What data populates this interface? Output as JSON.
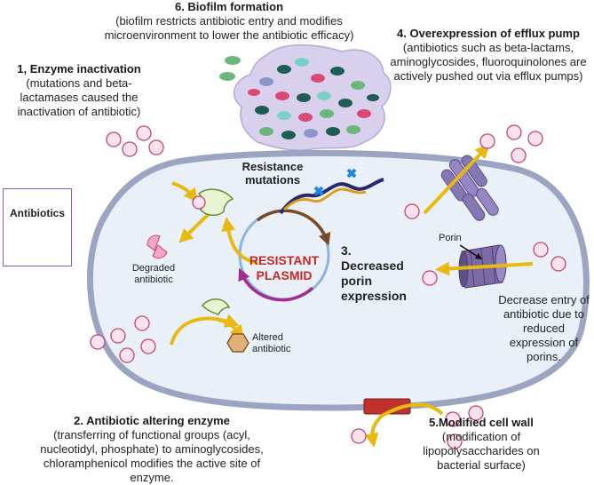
{
  "labels": {
    "biofilm": {
      "title": "6. Biofilm formation",
      "desc": "(biofilm restricts antibiotic entry and modifies microenvironment to lower the antibiotic efficacy)"
    },
    "enzyme_inactivation": {
      "title": "1, Enzyme inactivation",
      "desc": "(mutations and beta-lactamases caused the inactivation of antibiotic)"
    },
    "efflux": {
      "title": "4. Overexpression of efflux pump",
      "desc": "(antibiotics such as beta-lactams, aminoglycosides, fluoroquinolones are actively pushed out via efflux pumps)"
    },
    "resistance_mutations": "Resistance mutations",
    "antibiotics_box": "Antibiotics",
    "porin": "Porin",
    "decreased_porin": "3. Decreased porin expression",
    "plasmid": "RESISTANT PLASMID",
    "degraded": "Degraded antibiotic",
    "altered": "Altered antibiotic",
    "decrease_entry": "Decrease entry of antibiotic due to reduced expression of porins.",
    "altering_enzyme": {
      "title": "2. Antibiotic altering enzyme",
      "desc": "(transferring of functional groups (acyl, nucleotidyl, phosphate) to aminoglycosides, chloramphenicol modifies the active site of enzyme."
    },
    "cell_wall": {
      "title": "5.Modified cell wall",
      "desc": "(modification of lipopolysaccharides on bacterial surface)"
    }
  },
  "colors": {
    "cell_fill": "#e9f0f7",
    "cell_border": "#9ba4c0",
    "antibiotic_fill": "#fbe3ee",
    "antibiotic_stroke": "#c0447a",
    "arrow": "#e8b90f",
    "efflux": "#8576b5",
    "porin": "#7c6aa6",
    "plasmid_text": "#c62828",
    "biofilm": "#d8d0ec",
    "cell_wall_patch": "#c0302f",
    "box_border": "#8e5bb5"
  }
}
